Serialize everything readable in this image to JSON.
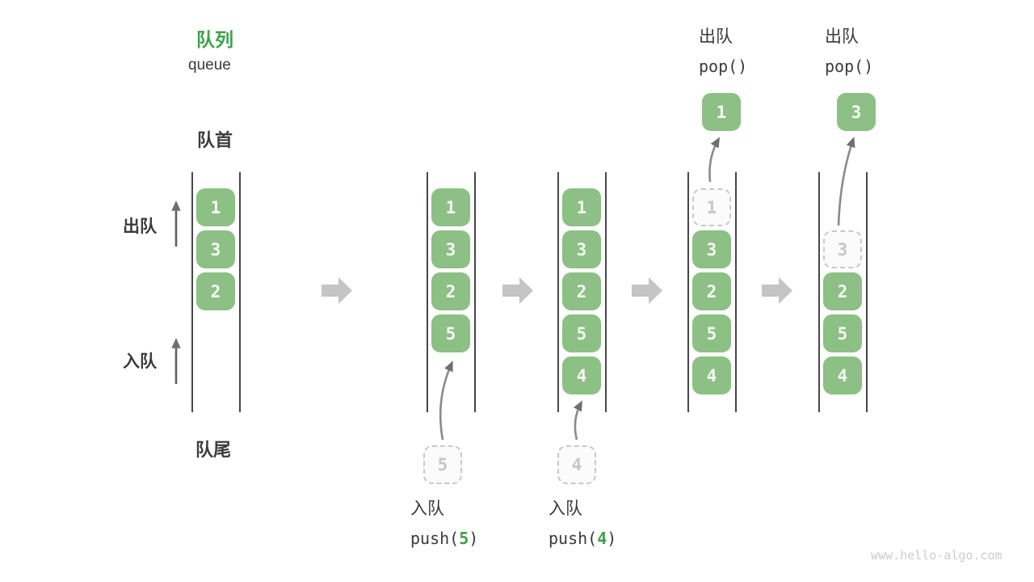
{
  "title": {
    "heading": "队列",
    "subtitle": "queue"
  },
  "side_labels": {
    "front": "队首",
    "rear": "队尾",
    "dequeue": "出队",
    "enqueue": "入队"
  },
  "columns": [
    {
      "cells": [
        {
          "slot": 0,
          "value": "1",
          "variant": "solid"
        },
        {
          "slot": 1,
          "value": "3",
          "variant": "solid"
        },
        {
          "slot": 2,
          "value": "2",
          "variant": "solid"
        }
      ]
    },
    {
      "cells": [
        {
          "slot": 0,
          "value": "1",
          "variant": "solid"
        },
        {
          "slot": 1,
          "value": "3",
          "variant": "solid"
        },
        {
          "slot": 2,
          "value": "2",
          "variant": "solid"
        },
        {
          "slot": 3,
          "value": "5",
          "variant": "solid"
        }
      ],
      "staging": {
        "value": "5"
      },
      "operation": {
        "name": "入队",
        "code_pre": "push(",
        "code_arg": "5",
        "code_post": ")"
      }
    },
    {
      "cells": [
        {
          "slot": 0,
          "value": "1",
          "variant": "solid"
        },
        {
          "slot": 1,
          "value": "3",
          "variant": "solid"
        },
        {
          "slot": 2,
          "value": "2",
          "variant": "solid"
        },
        {
          "slot": 3,
          "value": "5",
          "variant": "solid"
        },
        {
          "slot": 4,
          "value": "4",
          "variant": "solid"
        }
      ],
      "staging": {
        "value": "4"
      },
      "operation": {
        "name": "入队",
        "code_pre": "push(",
        "code_arg": "4",
        "code_post": ")"
      }
    },
    {
      "cells": [
        {
          "slot": 0,
          "value": "1",
          "variant": "dashed"
        },
        {
          "slot": 1,
          "value": "3",
          "variant": "solid"
        },
        {
          "slot": 2,
          "value": "2",
          "variant": "solid"
        },
        {
          "slot": 3,
          "value": "5",
          "variant": "solid"
        },
        {
          "slot": 4,
          "value": "4",
          "variant": "solid"
        }
      ],
      "popped": {
        "value": "1"
      },
      "operation": {
        "name": "出队",
        "code": "pop()"
      }
    },
    {
      "cells": [
        {
          "slot": 1,
          "value": "3",
          "variant": "dashed"
        },
        {
          "slot": 2,
          "value": "2",
          "variant": "solid"
        },
        {
          "slot": 3,
          "value": "5",
          "variant": "solid"
        },
        {
          "slot": 4,
          "value": "4",
          "variant": "solid"
        }
      ],
      "popped": {
        "value": "3"
      },
      "operation": {
        "name": "出队",
        "code": "pop()"
      }
    }
  ],
  "watermark": "www.hello-algo.com",
  "colors": {
    "box_green": "#8cc084",
    "accent_green": "#3ca14a",
    "arg_green": "#3fa04a",
    "dark_text": "#3b3b3b",
    "dashed_gray": "#c9c9c9",
    "block_arrow_gray": "#c5c5c5",
    "flow_arrow_gray": "#8a8a8a"
  }
}
